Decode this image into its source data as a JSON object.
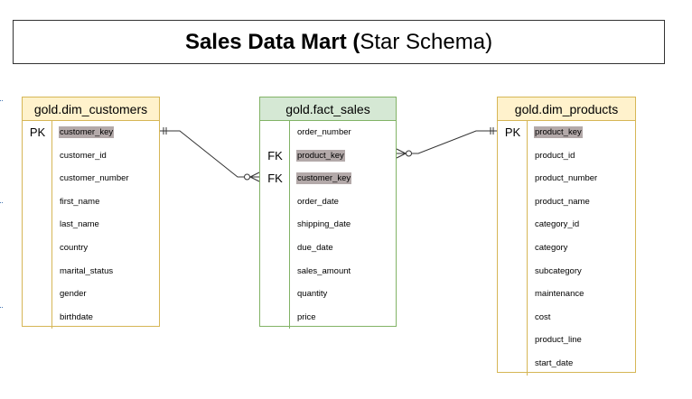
{
  "title": {
    "bold": "Sales Data Mart (",
    "normal": "Star Schema)"
  },
  "colors": {
    "dim_fill": "#fff2cc",
    "dim_stroke": "#d6b656",
    "fact_fill": "#d5e8d4",
    "fact_stroke": "#82b366",
    "highlight": "#b3a9a9",
    "line": "#333333"
  },
  "entities": {
    "dim_customers": {
      "name": "gold.dim_customers",
      "fields": [
        {
          "key": "PK",
          "name": "customer_key",
          "highlight": true
        },
        {
          "key": "",
          "name": "customer_id"
        },
        {
          "key": "",
          "name": "customer_number"
        },
        {
          "key": "",
          "name": "first_name"
        },
        {
          "key": "",
          "name": "last_name"
        },
        {
          "key": "",
          "name": "country"
        },
        {
          "key": "",
          "name": "marital_status"
        },
        {
          "key": "",
          "name": "gender"
        },
        {
          "key": "",
          "name": "birthdate"
        }
      ]
    },
    "fact_sales": {
      "name": "gold.fact_sales",
      "fields": [
        {
          "key": "",
          "name": "order_number"
        },
        {
          "key": "FK",
          "name": "product_key",
          "highlight": true
        },
        {
          "key": "FK",
          "name": "customer_key",
          "highlight": true
        },
        {
          "key": "",
          "name": "order_date"
        },
        {
          "key": "",
          "name": "shipping_date"
        },
        {
          "key": "",
          "name": "due_date"
        },
        {
          "key": "",
          "name": "sales_amount"
        },
        {
          "key": "",
          "name": "quantity"
        },
        {
          "key": "",
          "name": "price"
        }
      ]
    },
    "dim_products": {
      "name": "gold.dim_products",
      "fields": [
        {
          "key": "PK",
          "name": "product_key",
          "highlight": true
        },
        {
          "key": "",
          "name": "product_id"
        },
        {
          "key": "",
          "name": "product_number"
        },
        {
          "key": "",
          "name": "product_name"
        },
        {
          "key": "",
          "name": "category_id"
        },
        {
          "key": "",
          "name": "category"
        },
        {
          "key": "",
          "name": "subcategory"
        },
        {
          "key": "",
          "name": "maintenance"
        },
        {
          "key": "",
          "name": "cost"
        },
        {
          "key": "",
          "name": "product_line"
        },
        {
          "key": "",
          "name": "start_date"
        }
      ]
    }
  },
  "relationships": [
    {
      "from": "dim_customers.customer_key",
      "from_card": "exactly-one",
      "to": "fact_sales.customer_key",
      "to_card": "zero-or-many"
    },
    {
      "from": "dim_products.product_key",
      "from_card": "exactly-one",
      "to": "fact_sales.product_key",
      "to_card": "zero-or-many"
    }
  ]
}
